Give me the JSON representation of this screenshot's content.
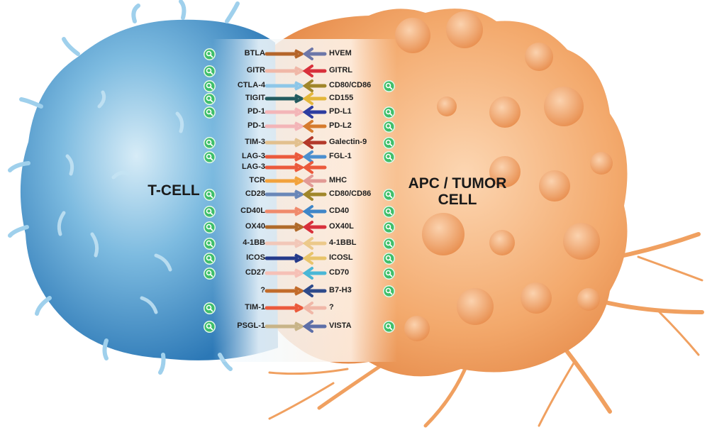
{
  "titles": {
    "t_cell": "T-CELL",
    "apc": "APC / TUMOR CELL"
  },
  "icons": {
    "zoom": "magnifier-icon"
  },
  "colors": {
    "t_cell": "#4a98cc",
    "apc": "#f0a66a",
    "zoom_button": "#3fbf6a"
  },
  "pairs": [
    {
      "left": "BTLA",
      "right": "HVEM",
      "left_zoom": true,
      "right_zoom": false,
      "lc": "#b5652a",
      "rc": "#6d77a8"
    },
    {
      "left": "GITR",
      "right": "GITRL",
      "left_zoom": true,
      "right_zoom": false,
      "lc": "#f0b7a7",
      "rc": "#d8303b"
    },
    {
      "left": "CTLA-4",
      "right": "CD80/CD86",
      "left_zoom": true,
      "right_zoom": true,
      "lc": "#8ec7e8",
      "rc": "#a0862a"
    },
    {
      "left": "TIGIT",
      "right": "CD155",
      "left_zoom": true,
      "right_zoom": false,
      "lc": "#225a5e",
      "rc": "#e3b63a"
    },
    {
      "left": "PD-1",
      "right": "PD-L1",
      "left_zoom": true,
      "right_zoom": true,
      "lc": "#f3b5b8",
      "rc": "#2d3ca0"
    },
    {
      "left": "PD-1",
      "right": "PD-L2",
      "left_zoom": false,
      "right_zoom": true,
      "lc": "#f3b5b8",
      "rc": "#d67b2e"
    },
    {
      "left": "TIM-3",
      "right": "Galectin-9",
      "left_zoom": true,
      "right_zoom": true,
      "lc": "#e2c08e",
      "rc": "#b3392a"
    },
    {
      "left": "LAG-3",
      "right": "FGL-1",
      "left_zoom": true,
      "right_zoom": true,
      "lc": "#eb5a3c",
      "rc": "#4b8fcf"
    },
    {
      "left": "LAG-3",
      "right": "",
      "left_zoom": false,
      "right_zoom": false,
      "lc": "#eb5a3c",
      "rc": "#eb5a3c"
    },
    {
      "left": "TCR",
      "right": "MHC",
      "left_zoom": false,
      "right_zoom": false,
      "lc": "#f2a23c",
      "rc": "#e29a95"
    },
    {
      "left": "CD28",
      "right": "CD80/CD86",
      "left_zoom": true,
      "right_zoom": true,
      "lc": "#6a87b8",
      "rc": "#a0862a"
    },
    {
      "left": "CD40L",
      "right": "CD40",
      "left_zoom": true,
      "right_zoom": true,
      "lc": "#f08a6c",
      "rc": "#3f86c8"
    },
    {
      "left": "OX40",
      "right": "OX40L",
      "left_zoom": true,
      "right_zoom": true,
      "lc": "#b06a2a",
      "rc": "#d8303b"
    },
    {
      "left": "4-1BB",
      "right": "4-1BBL",
      "left_zoom": true,
      "right_zoom": true,
      "lc": "#f2c7b8",
      "rc": "#ecc98a"
    },
    {
      "left": "ICOS",
      "right": "ICOSL",
      "left_zoom": true,
      "right_zoom": true,
      "lc": "#243a8a",
      "rc": "#e8c46a"
    },
    {
      "left": "CD27",
      "right": "CD70",
      "left_zoom": true,
      "right_zoom": true,
      "lc": "#f6c0b6",
      "rc": "#4ab7d6"
    },
    {
      "left": "?",
      "right": "B7-H3",
      "left_zoom": false,
      "right_zoom": true,
      "lc": "#c26b2a",
      "rc": "#2e4a8a"
    },
    {
      "left": "TIM-1",
      "right": "?",
      "left_zoom": true,
      "right_zoom": false,
      "lc": "#eb5a3c",
      "rc": "#f0b7a7"
    },
    {
      "left": "PSGL-1",
      "right": "VISTA",
      "left_zoom": true,
      "right_zoom": true,
      "lc": "#c8b488",
      "rc": "#5d6fa8"
    }
  ]
}
